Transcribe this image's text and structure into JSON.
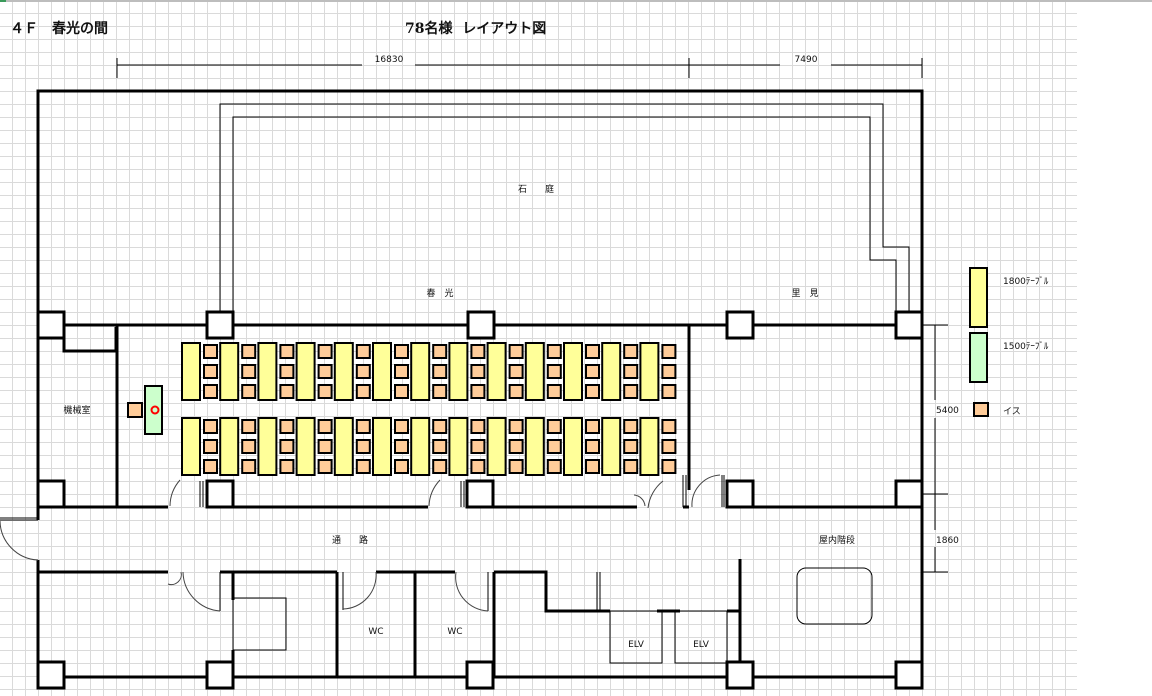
{
  "header": {
    "floor_title": "４Ｆ　春光の間",
    "layout_title": "78名様  レイアウト図"
  },
  "dimensions": {
    "width_left": "16830",
    "width_right": "7490",
    "depth_room": "5400",
    "depth_corridor": "1860"
  },
  "rooms": {
    "stone_garden": "石　　庭",
    "shunko": "春　光",
    "satomi": "里　見",
    "machine_room": "機械室",
    "corridor": "通　　路",
    "indoor_stairs": "屋内階段",
    "wc_1": "WC",
    "wc_2": "WC",
    "elv_1": "ELV",
    "elv_2": "ELV"
  },
  "legend": {
    "table_1800": "1800ﾃｰﾌﾞﾙ",
    "table_1500": "1500ﾃｰﾌﾞﾙ",
    "chair": "イス"
  },
  "seating": {
    "rows": 2,
    "tables_per_row": 13,
    "chairs_per_table": 3,
    "total_guests": 78
  },
  "colors": {
    "table_1800": "#ffff99",
    "table_1500": "#ccffcc",
    "chair": "#ffcc99",
    "podium_mark": "#ff0000"
  }
}
